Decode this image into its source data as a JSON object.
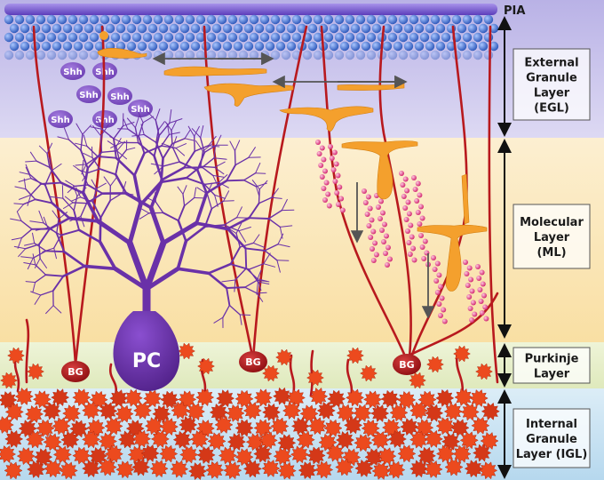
{
  "pia_label": "PIA",
  "layers": [
    {
      "key": "egl",
      "lines": [
        "External",
        "Granule",
        "Layer",
        "(EGL)"
      ]
    },
    {
      "key": "ml",
      "lines": [
        "Molecular",
        "Layer",
        "(ML)"
      ]
    },
    {
      "key": "pl",
      "lines": [
        "Purkinje",
        "Layer"
      ]
    },
    {
      "key": "igl",
      "lines": [
        "Internal",
        "Granule",
        "Layer (IGL)"
      ]
    }
  ],
  "shh_label": "Shh",
  "pc_label": "PC",
  "bg_label": "BG",
  "colors": {
    "egl_bg": "#c9c4ea",
    "ml_bg": "#fbe6b8",
    "pl_bg": "#e6efc8",
    "igl_bg": "#cfe6f3",
    "pia": "#7a5bd0",
    "pia_balls": "#3f6fd6",
    "shh": "#8559c9",
    "purkinje": "#6a31a8",
    "glia": "#b8191e",
    "granule_migrating": "#f4a02d",
    "granule_mature": "#e8401c",
    "parallel_fiber_dots": "#e0327a",
    "arrow": "#555555"
  }
}
